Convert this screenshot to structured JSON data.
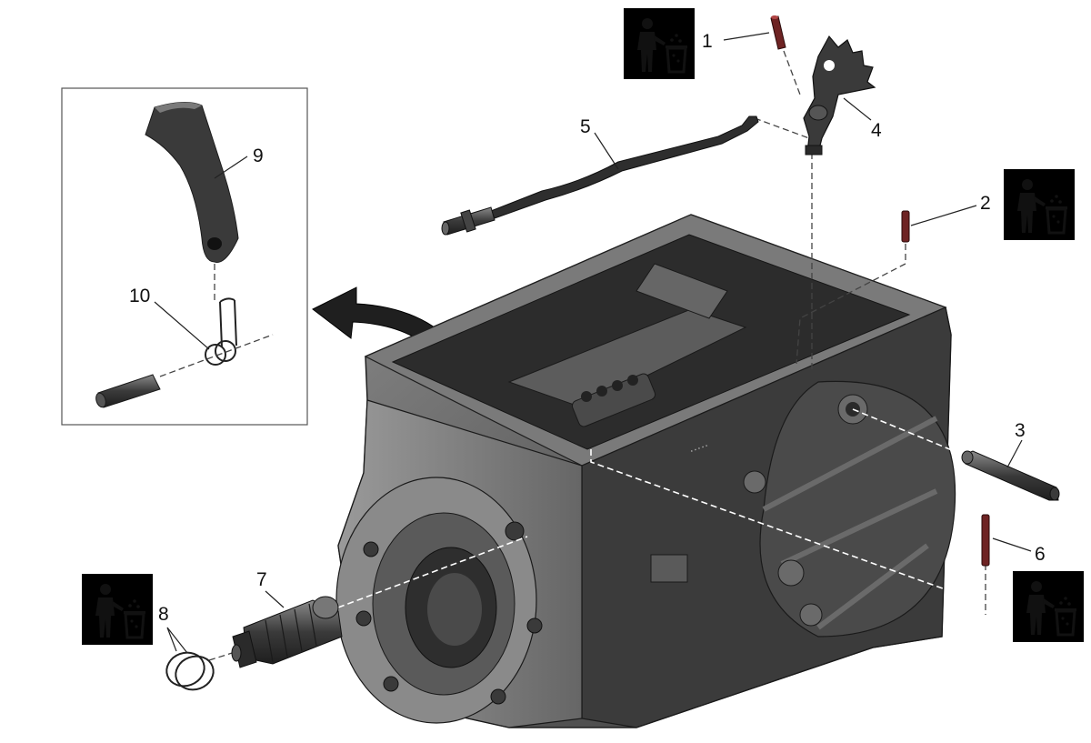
{
  "callouts": {
    "c1": "1",
    "c2": "2",
    "c3": "3",
    "c4": "4",
    "c5": "5",
    "c6": "6",
    "c7": "7",
    "c8": "8",
    "c9": "9",
    "c10": "10"
  },
  "icons": {
    "dispose_marker": "dispose-bin-icon",
    "detail_arrow": "curved-arrow-icon"
  },
  "colors": {
    "dispose_badge": "#ffff00",
    "housing": "#5a5a5a",
    "housing_dark": "#2f2f2f",
    "part_dark": "#2b2b2b",
    "part_red": "#8a1f1f"
  }
}
